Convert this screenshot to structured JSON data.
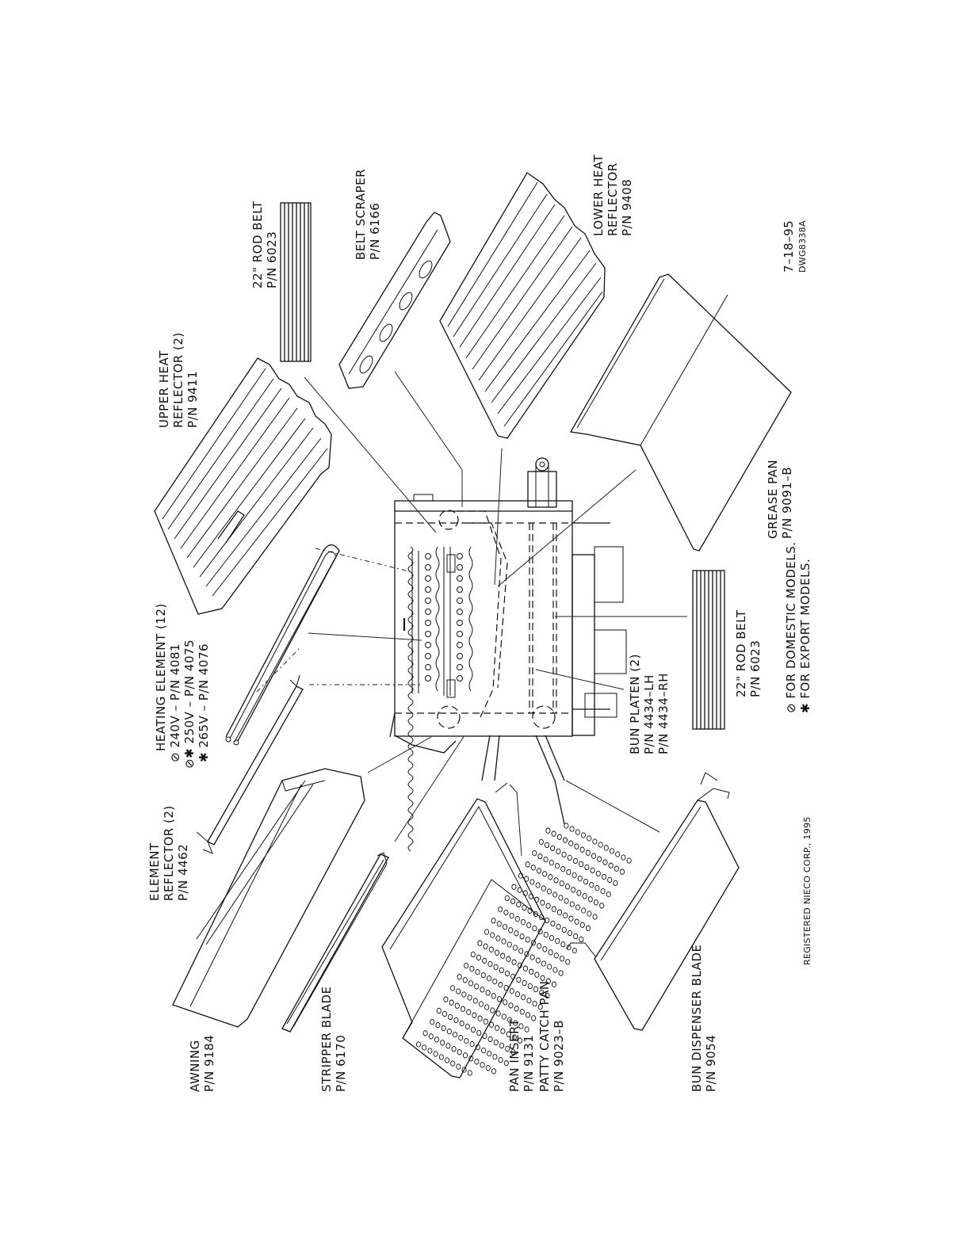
{
  "labels": {
    "awning": [
      "AWNING",
      "P/N 9184"
    ],
    "stripper_blade": [
      "STRIPPER BLADE",
      "P/N 6170"
    ],
    "pan_insert": [
      "PAN INSERT",
      "P/N 9131"
    ],
    "patty_catch_pan": [
      "PATTY CATCH PAN",
      "P/N 9023–B"
    ],
    "bun_dispenser_blade": [
      "BUN DISPENSER BLADE",
      "P/N 9054"
    ],
    "element_reflector": [
      "ELEMENT",
      "REFLECTOR (2)",
      "P/N 4462"
    ],
    "heating_element": [
      "HEATING ELEMENT (12)",
      "⊘ 240V – P/N 4081",
      "⊘✱ 250V – P/N 4075",
      "✱ 265V – P/N 4076"
    ],
    "bun_platen": [
      "BUN PLATEN (2)",
      "P/N 4434–LH",
      "P/N 4434–RH"
    ],
    "rod_belt_lower": [
      "22\" ROD BELT",
      "P/N 6023"
    ],
    "notes": [
      "⊘ FOR DOMESTIC MODELS.",
      "✱ FOR EXPORT MODELS."
    ],
    "upper_heat_reflector": [
      "UPPER HEAT",
      "REFLECTOR (2)",
      "P/N 9411"
    ],
    "rod_belt_upper": [
      "22\" ROD BELT",
      "P/N 6023"
    ],
    "belt_scraper": [
      "BELT SCRAPER",
      "P/N 6166"
    ],
    "grease_pan": [
      "GREASE PAN",
      "P/N 9091–B"
    ],
    "lower_heat_reflector": [
      "LOWER HEAT",
      "REFLECTOR",
      "P/N 9408"
    ],
    "date": [
      "7–18–95",
      "DWG8338A"
    ],
    "copyright": [
      "REGISTERED NIECO CORP., 1995"
    ]
  }
}
